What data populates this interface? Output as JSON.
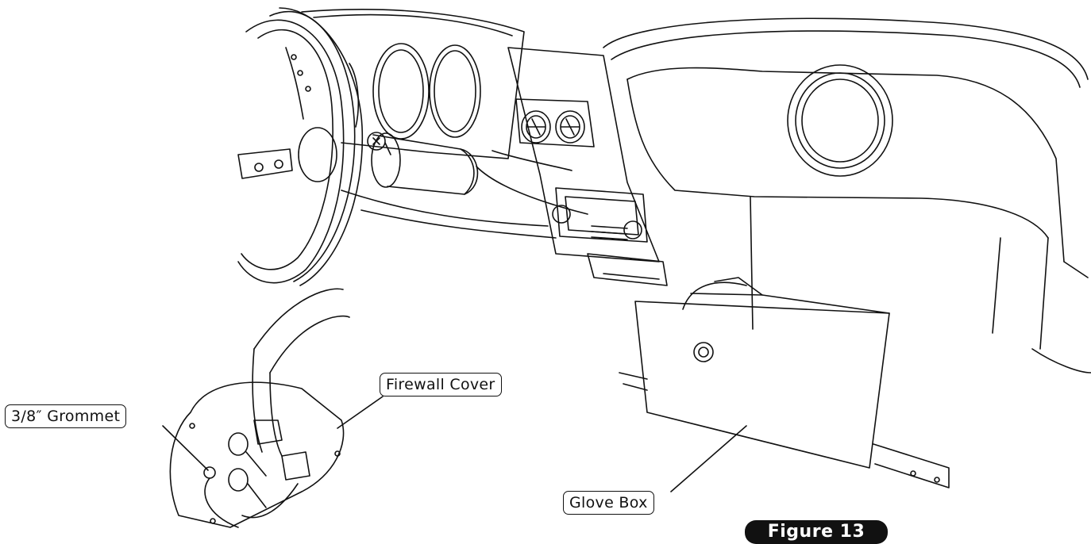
{
  "labels": {
    "firewall_cover": "Firewall Cover",
    "grommet": "3/8″ Grommet",
    "glove_box": "Glove Box",
    "figure": "Figure 13"
  },
  "colors": {
    "line": "#111111",
    "background": "#ffffff",
    "figure_tab": "#111111"
  }
}
